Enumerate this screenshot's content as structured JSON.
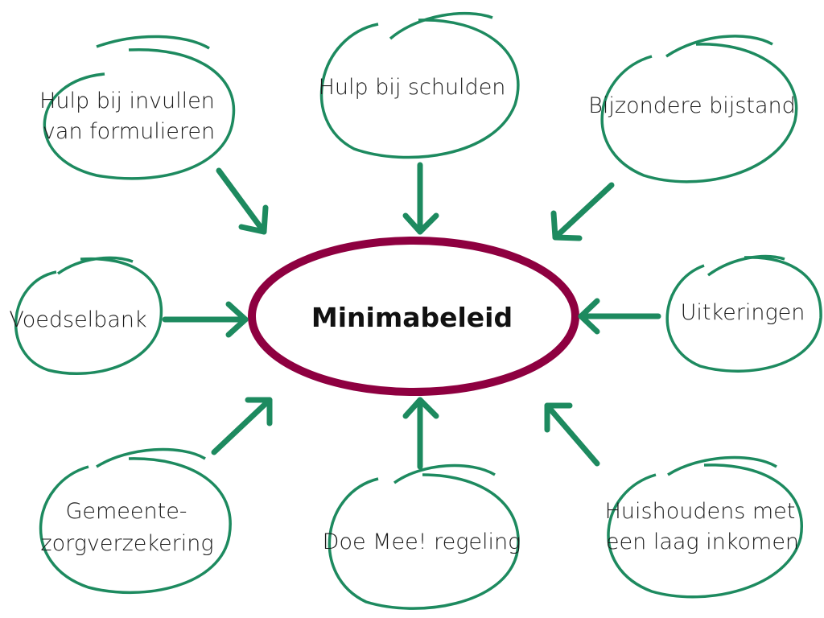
{
  "colors": {
    "green": "#1d8a5f",
    "center_ring": "#8e0040",
    "text": "#1a1a1a"
  },
  "center": {
    "label": "Minimabeleid"
  },
  "nodes": [
    {
      "id": "formulieren",
      "lines": [
        "Hulp bij invullen",
        "van formulieren"
      ]
    },
    {
      "id": "schulden",
      "lines": [
        "Hulp bij schulden"
      ]
    },
    {
      "id": "bijstand",
      "lines": [
        "Bijzondere bijstand"
      ]
    },
    {
      "id": "voedselbank",
      "lines": [
        "Voedselbank"
      ]
    },
    {
      "id": "uitkeringen",
      "lines": [
        "Uitkeringen"
      ]
    },
    {
      "id": "zorgverzekering",
      "lines": [
        "Gemeente-",
        "zorgverzekering"
      ]
    },
    {
      "id": "doemee",
      "lines": [
        "Doe Mee! regeling"
      ]
    },
    {
      "id": "huishoudens",
      "lines": [
        "Huishoudens met",
        "een laag inkomen"
      ]
    }
  ]
}
